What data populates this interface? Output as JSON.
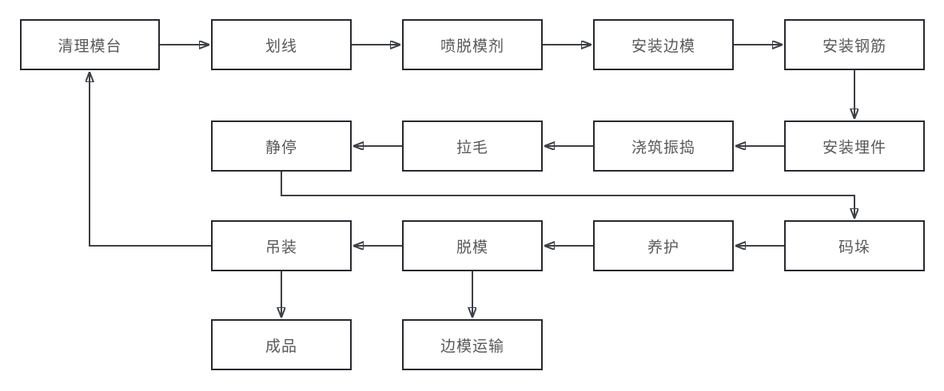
{
  "diagram": {
    "type": "flowchart",
    "colors": {
      "background": "#ffffff",
      "node_fill": "#ffffff",
      "node_border": "#26292e",
      "node_text": "#595959",
      "arrow": "#3d4045"
    },
    "nodes": [
      {
        "id": "clean-mold-table",
        "label": "清理模台"
      },
      {
        "id": "marking",
        "label": "划线"
      },
      {
        "id": "spray-release-agent",
        "label": "喷脱模剂"
      },
      {
        "id": "install-side-mold",
        "label": "安装边模"
      },
      {
        "id": "install-rebar",
        "label": "安装钢筋"
      },
      {
        "id": "install-embeds",
        "label": "安装埋件"
      },
      {
        "id": "pour-vibrate",
        "label": "浇筑振捣"
      },
      {
        "id": "roughening",
        "label": "拉毛"
      },
      {
        "id": "resting",
        "label": "静停"
      },
      {
        "id": "stacking",
        "label": "码垛"
      },
      {
        "id": "curing",
        "label": "养护"
      },
      {
        "id": "demolding",
        "label": "脱模"
      },
      {
        "id": "hoisting",
        "label": "吊装"
      },
      {
        "id": "finished-product",
        "label": "成品"
      },
      {
        "id": "side-mold-transport",
        "label": "边模运输"
      }
    ],
    "edges": [
      {
        "from": "清理模台",
        "to": "划线"
      },
      {
        "from": "划线",
        "to": "喷脱模剂"
      },
      {
        "from": "喷脱模剂",
        "to": "安装边模"
      },
      {
        "from": "安装边模",
        "to": "安装钢筋"
      },
      {
        "from": "安装钢筋",
        "to": "安装埋件"
      },
      {
        "from": "安装埋件",
        "to": "浇筑振捣"
      },
      {
        "from": "浇筑振捣",
        "to": "拉毛"
      },
      {
        "from": "拉毛",
        "to": "静停"
      },
      {
        "from": "静停",
        "to": "码垛"
      },
      {
        "from": "码垛",
        "to": "养护"
      },
      {
        "from": "养护",
        "to": "脱模"
      },
      {
        "from": "脱模",
        "to": "吊装"
      },
      {
        "from": "吊装",
        "to": "清理模台"
      },
      {
        "from": "吊装",
        "to": "成品"
      },
      {
        "from": "脱模",
        "to": "边模运输"
      }
    ]
  }
}
